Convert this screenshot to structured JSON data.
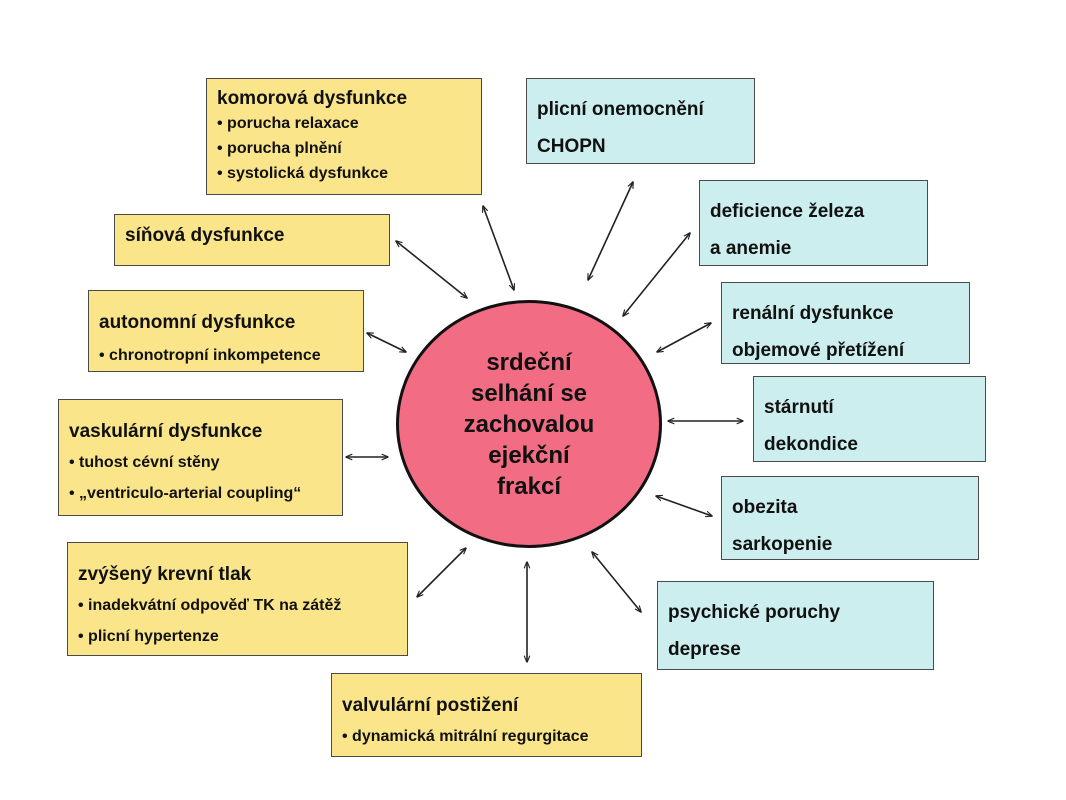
{
  "diagram": {
    "center": [
      "srdeční",
      "selhání se",
      "zachovalou",
      "ejekční",
      "frakcí"
    ],
    "boxes": {
      "komorova": {
        "title": "komorová dysfunkce",
        "items": [
          "porucha relaxace",
          "porucha plnění",
          "systolická dysfunkce"
        ]
      },
      "sinova": {
        "title": "síňová dysfunkce"
      },
      "autonomni": {
        "title": "autonomní dysfunkce",
        "items": [
          "chronotropní inkompetence"
        ]
      },
      "vaskularni": {
        "title": "vaskulární dysfunkce",
        "items": [
          "tuhost cévní stěny",
          "„ventriculo-arterial coupling“"
        ]
      },
      "tlak": {
        "title": "zvýšený krevní tlak",
        "items": [
          "inadekvátní odpověď TK na zátěž",
          "plicní hypertenze"
        ]
      },
      "valvularni": {
        "title": "valvulární postižení",
        "items": [
          "dynamická mitrální regurgitace"
        ]
      },
      "plicni": {
        "lines": [
          "plicní onemocnění",
          "CHOPN"
        ]
      },
      "deficience": {
        "lines": [
          "deficience železa",
          "a anemie"
        ]
      },
      "renalni": {
        "lines": [
          "renální dysfunkce",
          "objemové přetížení"
        ]
      },
      "starnuti": {
        "lines": [
          "stárnutí",
          "dekondice"
        ]
      },
      "obezita": {
        "lines": [
          "obezita",
          "sarkopenie"
        ]
      },
      "psychicke": {
        "lines": [
          "psychické poruchy",
          "deprese"
        ]
      }
    },
    "colors": {
      "yellow_box": "#fae58a",
      "cyan_box": "#cdeeee",
      "center_circle": "#f26c84",
      "arrow": "#222222"
    }
  }
}
